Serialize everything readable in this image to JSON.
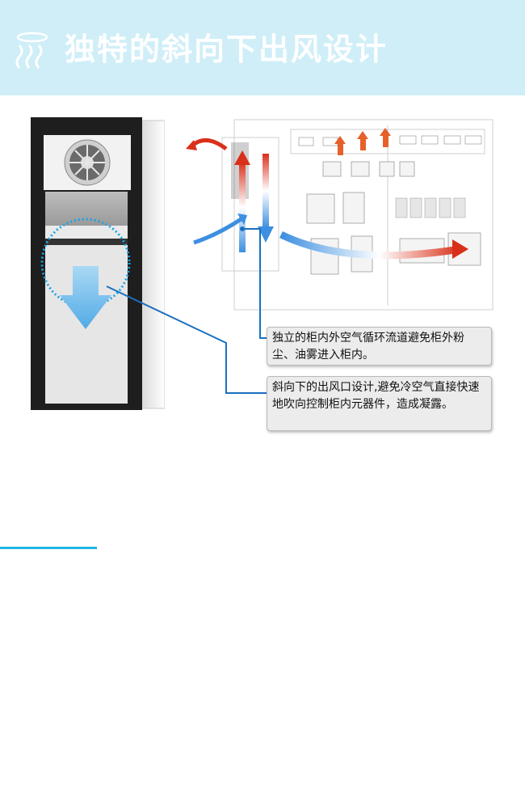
{
  "header": {
    "title": "独特的斜向下出风设计"
  },
  "callouts": [
    {
      "text": "独立的柜内外空气循环流道避免柜外粉尘、油雾进入柜内。"
    },
    {
      "text": "斜向下的出风口设计,避免冷空气直接快速地吹向控制柜内元器件，造成凝露。"
    }
  ],
  "colors": {
    "header_bg": "#cfeef8",
    "accent": "#1fb6e3",
    "connector": "#1a6fc0",
    "airflow_hot": "#e03a1e",
    "airflow_cold": "#5aaee8"
  }
}
